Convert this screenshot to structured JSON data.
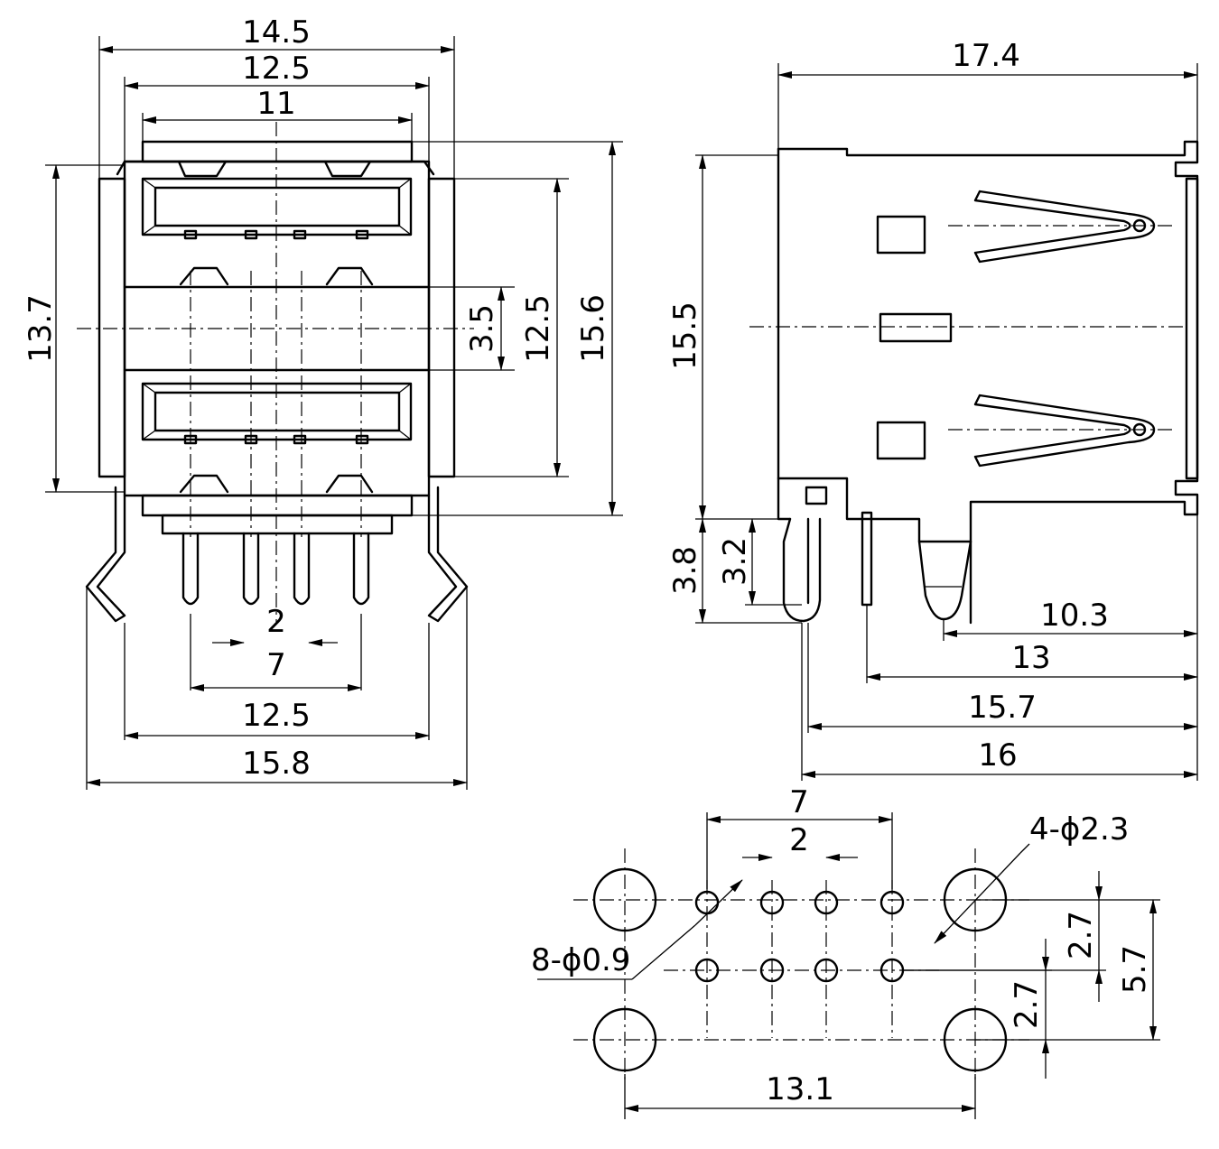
{
  "front_view": {
    "dims": {
      "w_14_5": "14.5",
      "w_12_5_top": "12.5",
      "w_11": "11",
      "h_13_7": "13.7",
      "h_3_5": "3.5",
      "h_12_5": "12.5",
      "h_15_6": "15.6",
      "pitch_2": "2",
      "pitch_7": "7",
      "w_12_5_bottom": "12.5",
      "w_15_8": "15.8"
    }
  },
  "side_view": {
    "dims": {
      "len_17_4": "17.4",
      "h_15_5": "15.5",
      "h_3_8": "3.8",
      "h_3_2": "3.2",
      "len_10_3": "10.3",
      "len_13": "13",
      "len_15_7": "15.7",
      "len_16": "16"
    }
  },
  "pcb_layout": {
    "dims": {
      "pitch_7": "7",
      "pitch_2": "2",
      "mount_holes": "4-ϕ2.3",
      "pin_holes": "8-ϕ0.9",
      "row_2_7_right": "2.7",
      "row_5_7": "5.7",
      "row_2_7_left": "2.7",
      "span_13_1": "13.1"
    }
  }
}
